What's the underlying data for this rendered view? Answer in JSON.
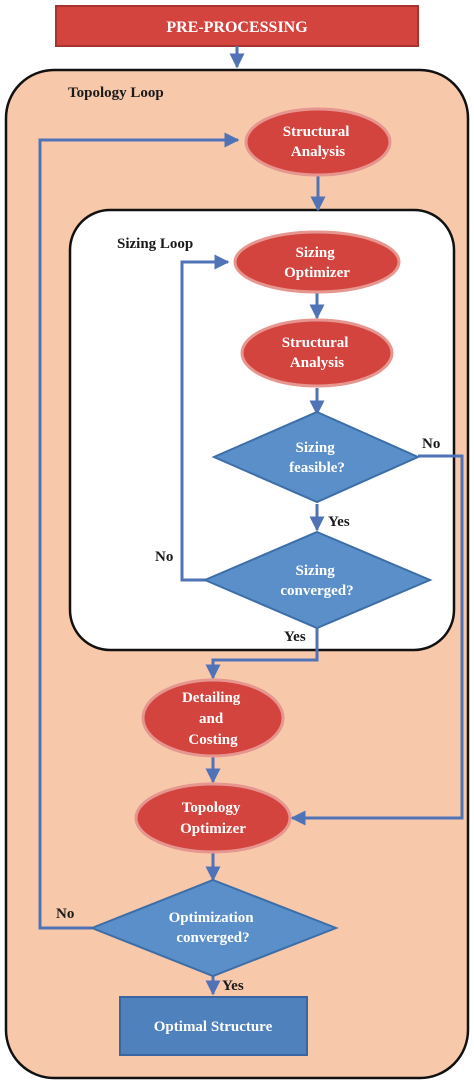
{
  "preprocessing": "PRE-PROCESSING",
  "topology_loop": {
    "label": "Topology Loop"
  },
  "sizing_loop": {
    "label": "Sizing Loop"
  },
  "nodes": {
    "structural_analysis_1": [
      "Structural",
      "Analysis"
    ],
    "sizing_optimizer": [
      "Sizing",
      "Optimizer"
    ],
    "structural_analysis_2": [
      "Structural",
      "Analysis"
    ],
    "sizing_feasible": [
      "Sizing",
      "feasible?"
    ],
    "sizing_converged": [
      "Sizing",
      "converged?"
    ],
    "detailing_costing": [
      "Detailing",
      "and",
      "Costing"
    ],
    "topology_optimizer": [
      "Topology",
      "Optimizer"
    ],
    "optimization_converged": [
      "Optimization",
      "converged?"
    ],
    "optimal_structure": "Optimal Structure"
  },
  "edge_labels": {
    "feasible_no": "No",
    "feasible_yes": "Yes",
    "converged_no": "No",
    "converged_yes": "Yes",
    "optimization_no": "No",
    "optimization_yes": "Yes"
  },
  "colors": {
    "ellipse_fill": "#d4443f",
    "ellipse_stroke": "#e6958f",
    "diamond_fill": "#5b8fc9",
    "diamond_stroke": "#3d6ea8",
    "box_red_fill": "#d4443f",
    "box_red_stroke": "#a83230",
    "box_blue_fill": "#4f81bd",
    "box_blue_stroke": "#3a65a0",
    "topology_bg": "#f8c8ab",
    "arrow": "#4f73b6"
  }
}
